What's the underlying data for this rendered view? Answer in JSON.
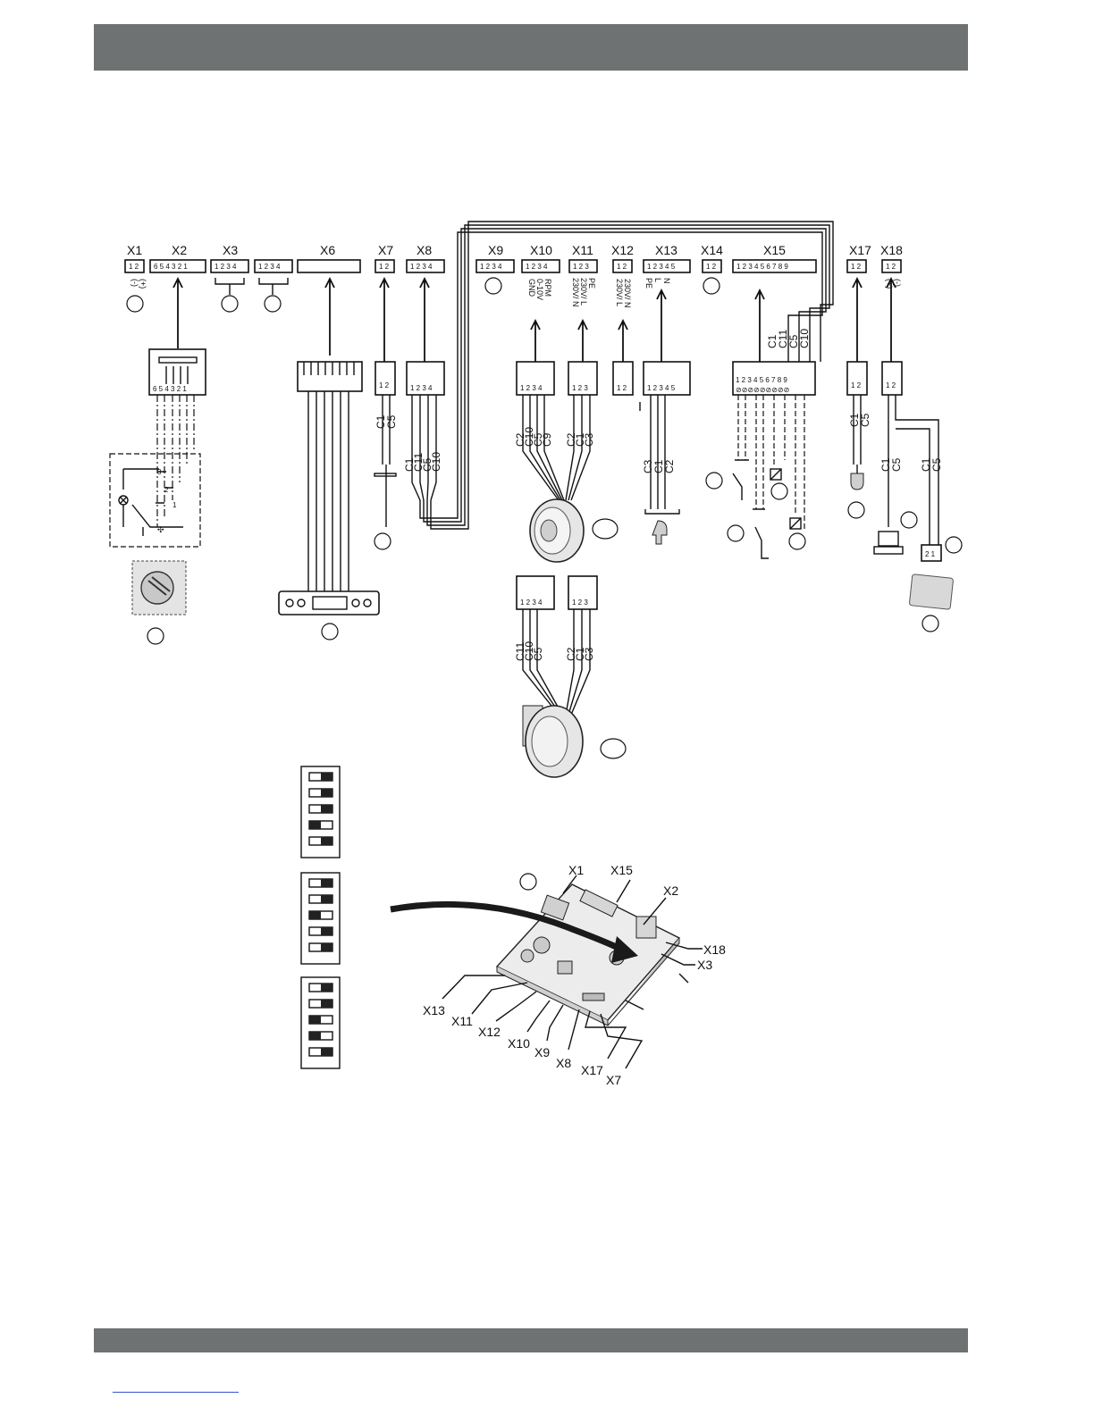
{
  "connectors": [
    {
      "id": "X1",
      "pins": "1 2"
    },
    {
      "id": "X2",
      "pins": "6 5 4 3 2 1"
    },
    {
      "id": "X3",
      "pins": "1 2 3 4"
    },
    {
      "id": "X6",
      "pins": ""
    },
    {
      "id": "X7",
      "pins": "1 2"
    },
    {
      "id": "X8",
      "pins": "1 2 3 4"
    },
    {
      "id": "X9",
      "pins": "1 2 3 4"
    },
    {
      "id": "X10",
      "pins": "1 2 3 4"
    },
    {
      "id": "X11",
      "pins": "1 2 3"
    },
    {
      "id": "X12",
      "pins": "1 2"
    },
    {
      "id": "X13",
      "pins": "1 2 3 4 5"
    },
    {
      "id": "X14",
      "pins": "1 2"
    },
    {
      "id": "X15",
      "pins": "1 2 3 4 5 6 7 8 9"
    },
    {
      "id": "X17",
      "pins": "1 2"
    },
    {
      "id": "X18",
      "pins": "1 2"
    }
  ],
  "x3b_pins": "1 2 3 4",
  "signals": {
    "x1_minus": "(-)",
    "x1_plus": "(+)",
    "x18_plus": "(+)",
    "x18_minus": "(-)",
    "x10_gnd": "GND",
    "x10_010v": "0-10V",
    "x10_rpm": "RPM",
    "x11_n": "230V/ N",
    "x11_l": "230V/ L",
    "x11_pe": "PE",
    "x12_l": "230V/ L",
    "x12_n": "230V/ N",
    "x13_pe": "PE",
    "x13_l": "L",
    "x13_n": "N"
  },
  "cables": {
    "c1": "C1",
    "c2": "C2",
    "c3": "C3",
    "c5": "C5",
    "c9": "C9",
    "c10": "C10",
    "c11": "C11"
  },
  "board_labels": [
    "X1",
    "X15",
    "X2",
    "X18",
    "X3",
    "X13",
    "X11",
    "X12",
    "X10",
    "X9",
    "X8",
    "X17",
    "X7"
  ],
  "pin_numbers": {
    "p1": "1",
    "p2": "2",
    "p3": "3",
    "p4": "4",
    "p5": "5",
    "p6": "6",
    "p7": "7",
    "p8": "8",
    "p9": "9"
  }
}
